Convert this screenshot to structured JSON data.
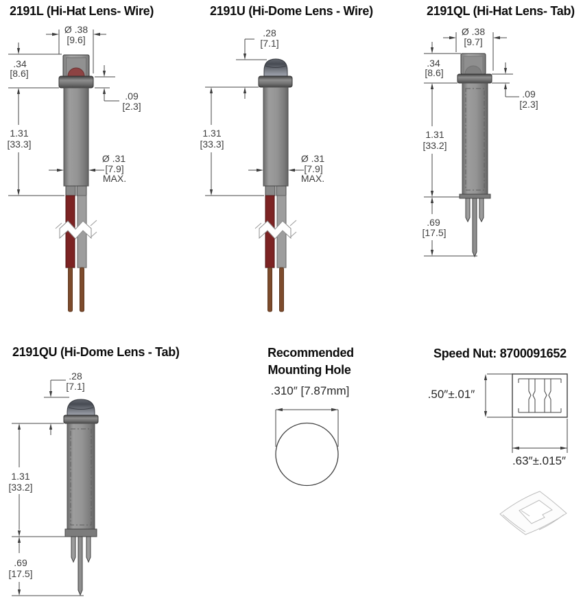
{
  "page": {
    "background": "#ffffff"
  },
  "colors": {
    "line": "#3f3f3f",
    "led_red": "#8d4343",
    "wire_red": "#7c2323",
    "wire_gray": "#9d9d9d",
    "wire_bare": "#7d4b2c",
    "body_gray": "#949494",
    "dome_smoke": "#5d6169"
  },
  "drawings": {
    "wire_hihat": {
      "title": "2191L (Hi-Hat Lens- Wire)",
      "dim_top_dia_in": "Ø .38",
      "dim_top_dia_mm": "[9.6]",
      "dim_lens_in": ".34",
      "dim_lens_mm": "[8.6]",
      "dim_body_len_in": "1.31",
      "dim_body_len_mm": "[33.3]",
      "dim_flange_in": ".09",
      "dim_flange_mm": "[2.3]",
      "dim_body_dia_in": "Ø .31",
      "dim_body_dia_mm": "[7.9]",
      "dim_body_dia_note": "MAX."
    },
    "wire_hidome": {
      "title": "2191U (Hi-Dome Lens - Wire)",
      "dim_lens_in": ".28",
      "dim_lens_mm": "[7.1]",
      "dim_body_len_in": "1.31",
      "dim_body_len_mm": "[33.3]",
      "dim_body_dia_in": "Ø .31",
      "dim_body_dia_mm": "[7.9]",
      "dim_body_dia_note": "MAX."
    },
    "tab_hihat": {
      "title": "2191QL (Hi-Hat Lens- Tab)",
      "dim_top_dia_in": "Ø .38",
      "dim_top_dia_mm": "[9.7]",
      "dim_lens_in": ".34",
      "dim_lens_mm": "[8.6]",
      "dim_body_len_in": "1.31",
      "dim_body_len_mm": "[33.2]",
      "dim_flange_in": ".09",
      "dim_flange_mm": "[2.3]",
      "dim_tabs_in": ".69",
      "dim_tabs_mm": "[17.5]"
    },
    "tab_hidome": {
      "title": "2191QU (Hi-Dome Lens - Tab)",
      "dim_lens_in": ".28",
      "dim_lens_mm": "[7.1]",
      "dim_body_len_in": "1.31",
      "dim_body_len_mm": "[33.2]",
      "dim_tabs_in": ".69",
      "dim_tabs_mm": "[17.5]"
    },
    "mounting_hole": {
      "title_line1": "Recommended",
      "title_line2": "Mounting Hole",
      "dim_diameter": ".310″ [7.87mm]"
    },
    "speed_nut": {
      "title": "Speed Nut: 8700091652",
      "dim_height": ".50″±.01″",
      "dim_width": ".63″±.015″"
    }
  }
}
